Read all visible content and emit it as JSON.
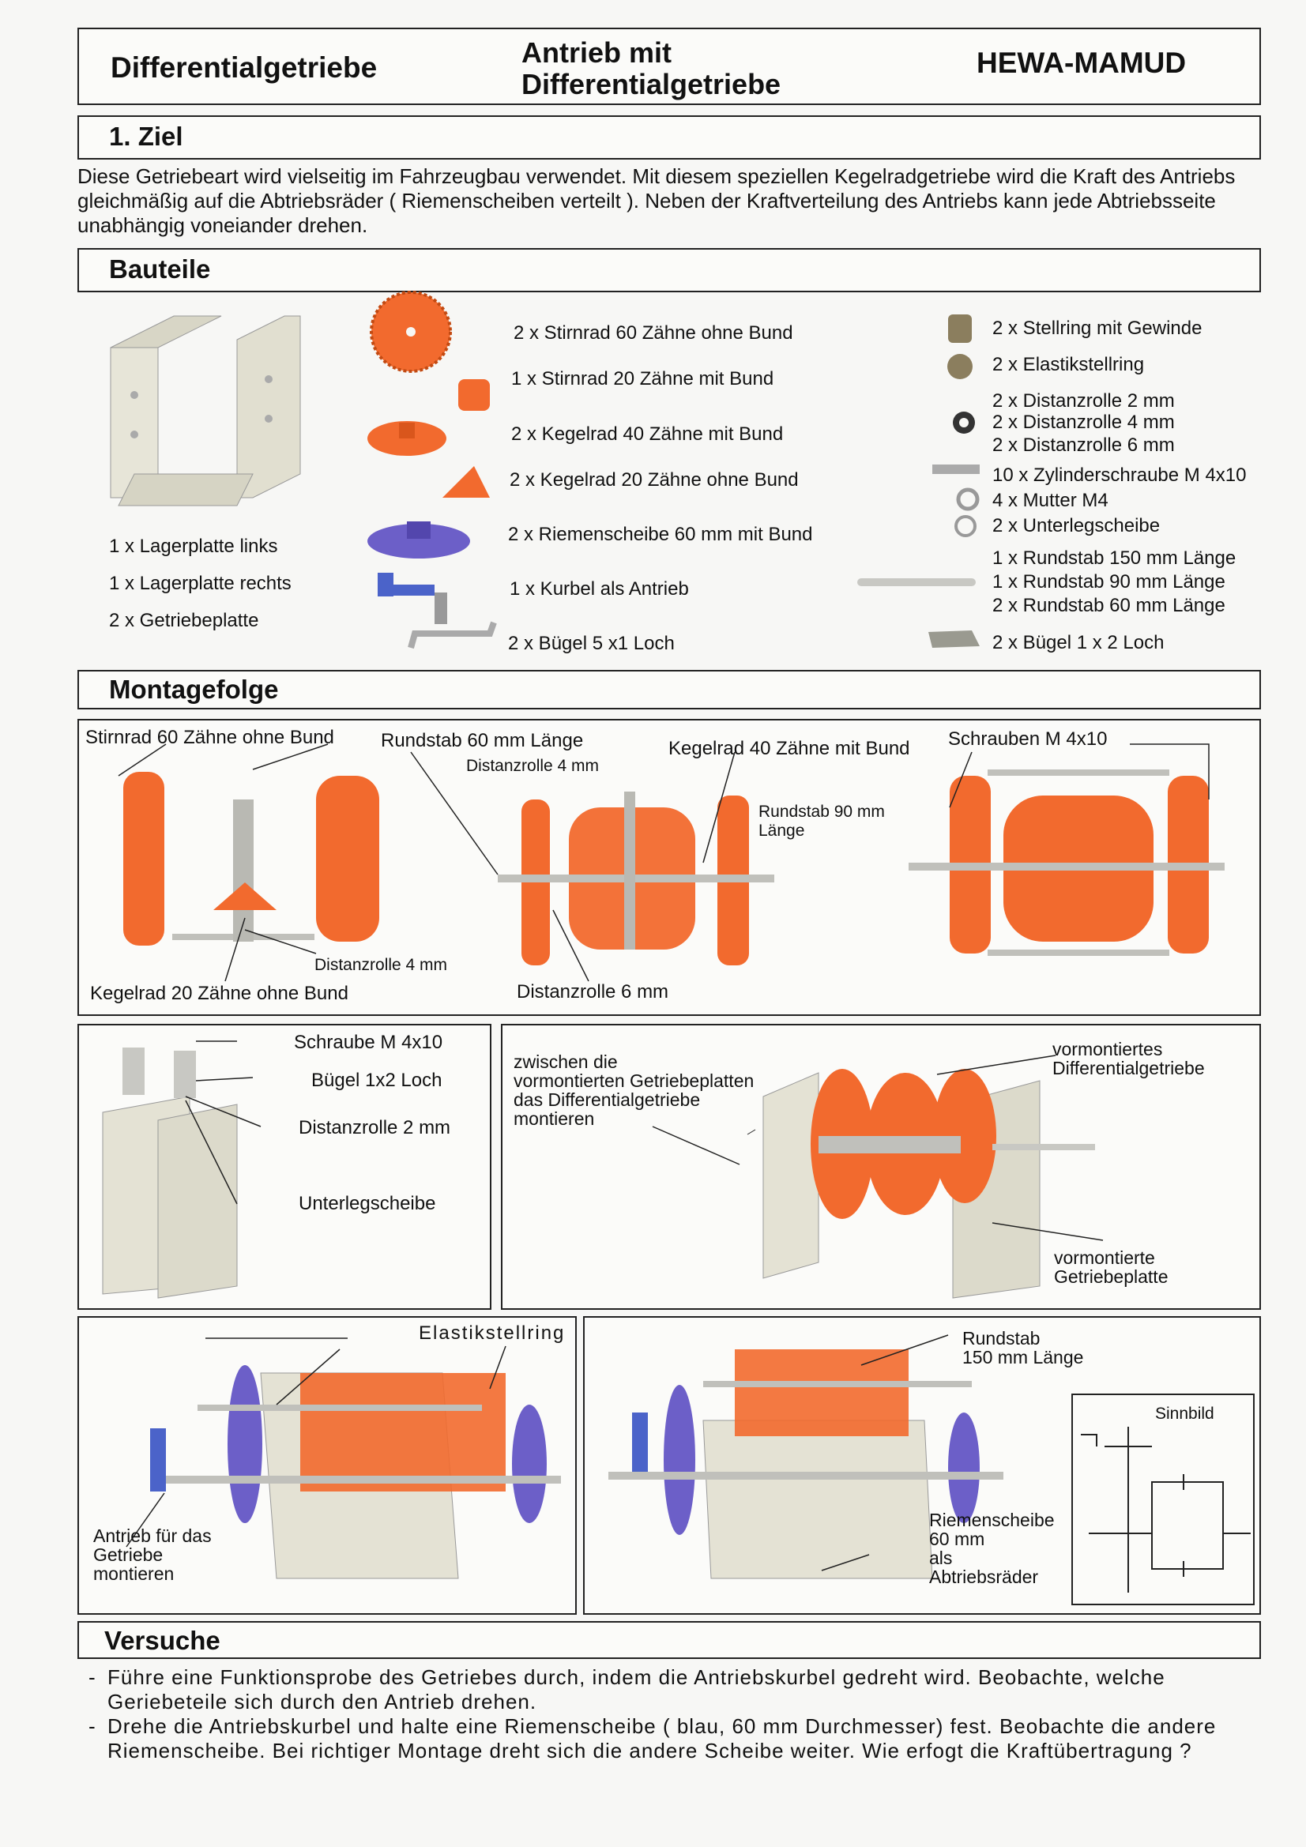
{
  "header": {
    "left": "Differentialgetriebe",
    "middle_line1": "Antrieb mit",
    "middle_line2": "Differentialgetriebe",
    "right": "HEWA-MAMUD"
  },
  "ziel": {
    "title": "1. Ziel",
    "text": "Diese Getriebeart wird vielseitig im Fahrzeugbau verwendet. Mit diesem speziellen Kegelradgetriebe wird die Kraft des Antriebs gleichmäßig auf die  Abtriebsräder ( Riemenscheiben verteilt ). Neben der Kraftverteilung des Antriebs kann jede Abtriebsseite unabhängig voneiander drehen."
  },
  "bauteile": {
    "title": "Bauteile",
    "left": [
      "1 x Lagerplatte links",
      "1 x Lagerplatte rechts",
      "2 x Getriebeplatte"
    ],
    "middle": [
      "2 x Stirnrad 60 Zähne ohne Bund",
      "1 x Stirnrad 20 Zähne mit Bund",
      "2 x Kegelrad 40 Zähne mit Bund",
      "2 x Kegelrad 20 Zähne ohne Bund",
      "2 x Riemenscheibe 60 mm mit Bund",
      "1 x Kurbel als Antrieb",
      "2 x Bügel 5 x1 Loch"
    ],
    "right": [
      "2 x Stellring mit Gewinde",
      "2 x Elastikstellring",
      "2 x Distanzrolle 2 mm",
      "2 x Distanzrolle 4 mm",
      "2 x Distanzrolle 6 mm",
      "10 x Zylinderschraube M 4x10",
      "4 x Mutter M4",
      "2 x Unterlegscheibe",
      "1 x Rundstab 150 mm Länge",
      "1 x Rundstab 90 mm Länge",
      "2 x Rundstab 60 mm Länge",
      "2 x Bügel 1 x 2 Loch"
    ]
  },
  "montage": {
    "title": "Montagefolge",
    "p1": {
      "stirnrad": "Stirnrad 60 Zähne ohne Bund",
      "rundstab60": "Rundstab 60 mm Länge",
      "kegelrad40": "Kegelrad 40 Zähne mit Bund",
      "schrauben": "Schrauben M 4x10",
      "distanz4a": "Distanzrolle 4 mm",
      "rundstab90_1": "Rundstab 90 mm",
      "rundstab90_2": "Länge",
      "distanz4b": "Distanzrolle 4 mm",
      "kegelrad20": "Kegelrad 20 Zähne ohne Bund",
      "distanz6": "Distanzrolle 6 mm"
    },
    "p2": {
      "schraube": "Schraube M 4x10",
      "buegel": "Bügel 1x2 Loch",
      "distanz2": "Distanzrolle 2 mm",
      "unterleg": "Unterlegscheibe"
    },
    "p3": {
      "zwischen1": "zwischen die",
      "zwischen2": "vormontierten Getriebeplatten",
      "zwischen3": "das Differentialgetriebe",
      "zwischen4": "montieren",
      "vorm1": "vormontiertes",
      "vorm2": "Differentialgetriebe",
      "platte1": "vormontierte",
      "platte2": "Getriebeplatte"
    },
    "p4": {
      "elastik": "Elastikstellring",
      "antrieb1": "Antrieb für das",
      "antrieb2": "Getriebe",
      "antrieb3": "montieren"
    },
    "p5": {
      "rundstab1": "Rundstab",
      "rundstab2": "150 mm Länge",
      "riemen1": "Riemenscheibe",
      "riemen2": "60 mm",
      "riemen3": "als",
      "riemen4": "Abtriebsräder",
      "sinnbild": "Sinnbild"
    }
  },
  "versuche": {
    "title": "Versuche",
    "items": [
      "Führe eine Funktionsprobe des Getriebes durch, indem die Antriebskurbel gedreht wird. Beobachte, welche Geriebeteile sich durch den Antrieb drehen.",
      "Drehe die Antriebskurbel und halte eine Riemenscheibe ( blau, 60 mm Durchmesser) fest. Beobachte die andere Riemenscheibe. Bei richtiger Montage dreht sich die andere Scheibe weiter. Wie erfogt die Kraftübertragung ?"
    ]
  },
  "colors": {
    "orange": "#f26a2e",
    "blue": "#6c5fc8",
    "plate": "#e4e2d4",
    "metal": "#b9b9b3",
    "accent_text": "#3f5f8f"
  }
}
